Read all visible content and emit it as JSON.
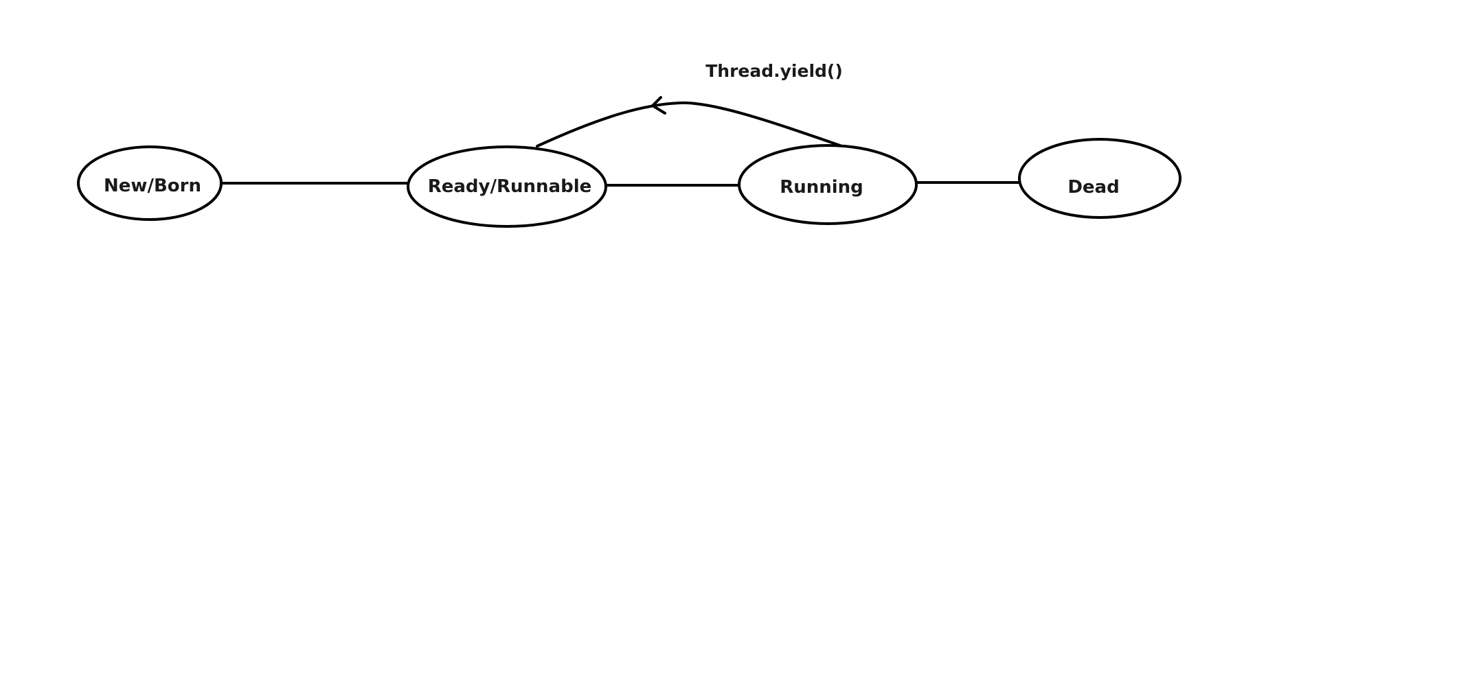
{
  "diagram": {
    "states": {
      "new_born": "New/Born",
      "ready_runnable": "Ready/Runnable",
      "running": "Running",
      "dead": "Dead"
    },
    "edges": {
      "yield_label": "Thread.yield()"
    },
    "colors": {
      "stroke": "#000000",
      "text": "#1a1a1a",
      "background": "#ffffff"
    }
  }
}
